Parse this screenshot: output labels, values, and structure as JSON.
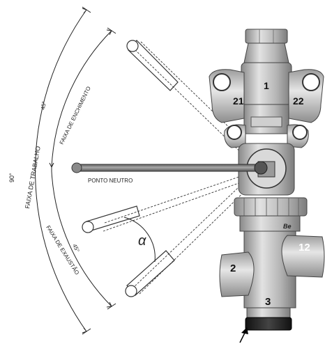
{
  "labels": {
    "total_angle": "90°",
    "working_range": "FAIXA DE TRABALHO",
    "filling_angle": "45°",
    "filling_range": "FAIXA DE ENCHIMENTO",
    "neutral_point": "PONTO NEUTRO",
    "exhaust_angle": "45°",
    "exhaust_range": "FAIXA DE EXAUSTÃO",
    "alpha": "α"
  },
  "ports": {
    "p1": "1",
    "p21": "21",
    "p22": "22",
    "p2": "2",
    "p12": "12",
    "p3": "3"
  },
  "brand": "Be",
  "colors": {
    "ink": "#1a1a1a",
    "metal_light": "#d6d6d6",
    "metal_mid": "#a9a9a9",
    "metal_dark": "#6e6e6e",
    "lever": "#7a7a7a"
  }
}
